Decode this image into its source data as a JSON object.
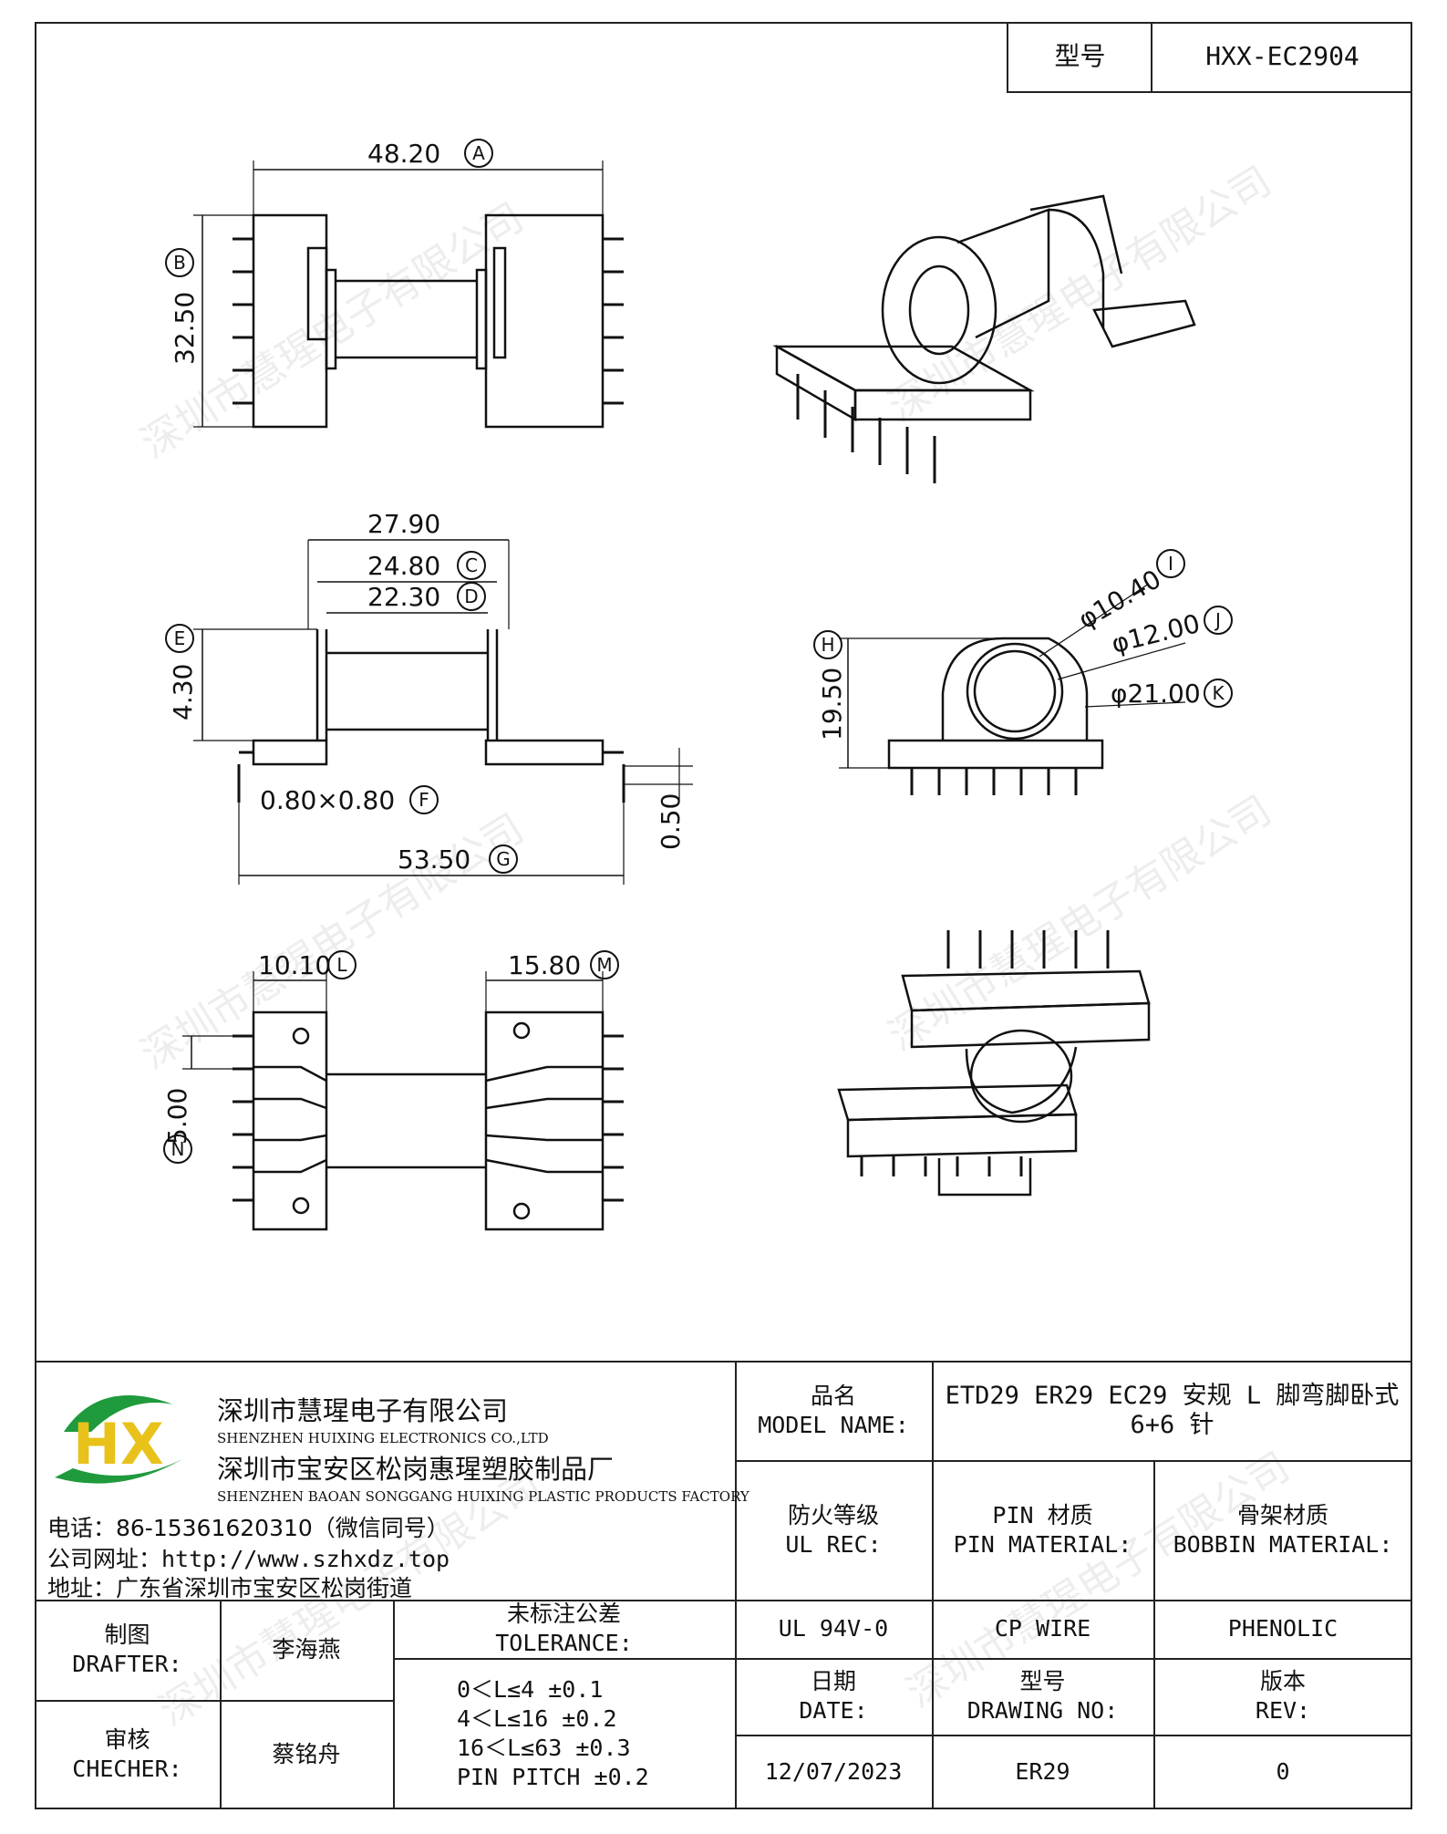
{
  "header": {
    "model_label": "型号",
    "model_value": "HXX-EC2904"
  },
  "dims": {
    "a": "48.20",
    "b": "32.50",
    "c": "24.80",
    "d": "22.30",
    "e": "4.30",
    "f": "0.80×0.80",
    "g": "53.50",
    "h": "19.50",
    "i": "φ10.40",
    "j": "φ12.00",
    "k": "φ21.00",
    "l": "10.10",
    "m": "15.80",
    "n": "5.00",
    "w1": "27.90",
    "p": "0.50",
    "circ": {
      "a": "A",
      "b": "B",
      "c": "C",
      "d": "D",
      "e": "E",
      "f": "F",
      "g": "G",
      "h": "H",
      "i": "I",
      "j": "J",
      "k": "K",
      "l": "L",
      "m": "M",
      "n": "N"
    }
  },
  "watermark": "深圳市慧瑆电子有限公司",
  "company": {
    "logo": "HX",
    "name_cn": "深圳市慧瑆电子有限公司",
    "name_en": "SHENZHEN HUIXING ELECTRONICS CO.,LTD",
    "factory_cn": "深圳市宝安区松岗惠瑆塑胶制品厂",
    "factory_en": "SHENZHEN BAOAN SONGGANG HUIXING PLASTIC PRODUCTS FACTORY",
    "phone": "电话：86-15361620310（微信同号）",
    "website": "公司网址：http://www.szhxdz.top",
    "address": "地址：广东省深圳市宝安区松岗街道"
  },
  "table": {
    "model_name_cn": "品名",
    "model_name_en": "MODEL NAME:",
    "model_name_value_1": "ETD29 ER29 EC29 安规 L 脚弯脚卧式",
    "model_name_value_2": "6+6 针",
    "ul_cn": "防火等级",
    "ul_en": "UL REC:",
    "pin_cn": "PIN 材质",
    "pin_en": "PIN MATERIAL:",
    "bobbin_cn": "骨架材质",
    "bobbin_en": "BOBBIN MATERIAL:",
    "ul_value": "UL 94V-0",
    "pin_value": "CP WIRE",
    "bobbin_value": "PHENOLIC",
    "drafter_cn": "制图",
    "drafter_en": "DRAFTER:",
    "drafter_value": "李海燕",
    "checker_cn": "审核",
    "checker_en": "CHECHER:",
    "checker_value": "蔡铭舟",
    "tolerance_cn": "未标注公差",
    "tolerance_en": "TOLERANCE:",
    "tol_1": "0＜L≤4  ±0.1",
    "tol_2": "4＜L≤16 ±0.2",
    "tol_3": "16＜L≤63 ±0.3",
    "tol_4": "PIN PITCH ±0.2",
    "date_cn": "日期",
    "date_en": "DATE:",
    "date_value": "12/07/2023",
    "drawing_cn": "型号",
    "drawing_en": "DRAWING NO:",
    "drawing_value": "ER29",
    "rev_cn": "版本",
    "rev_en": "REV:",
    "rev_value": "0"
  }
}
